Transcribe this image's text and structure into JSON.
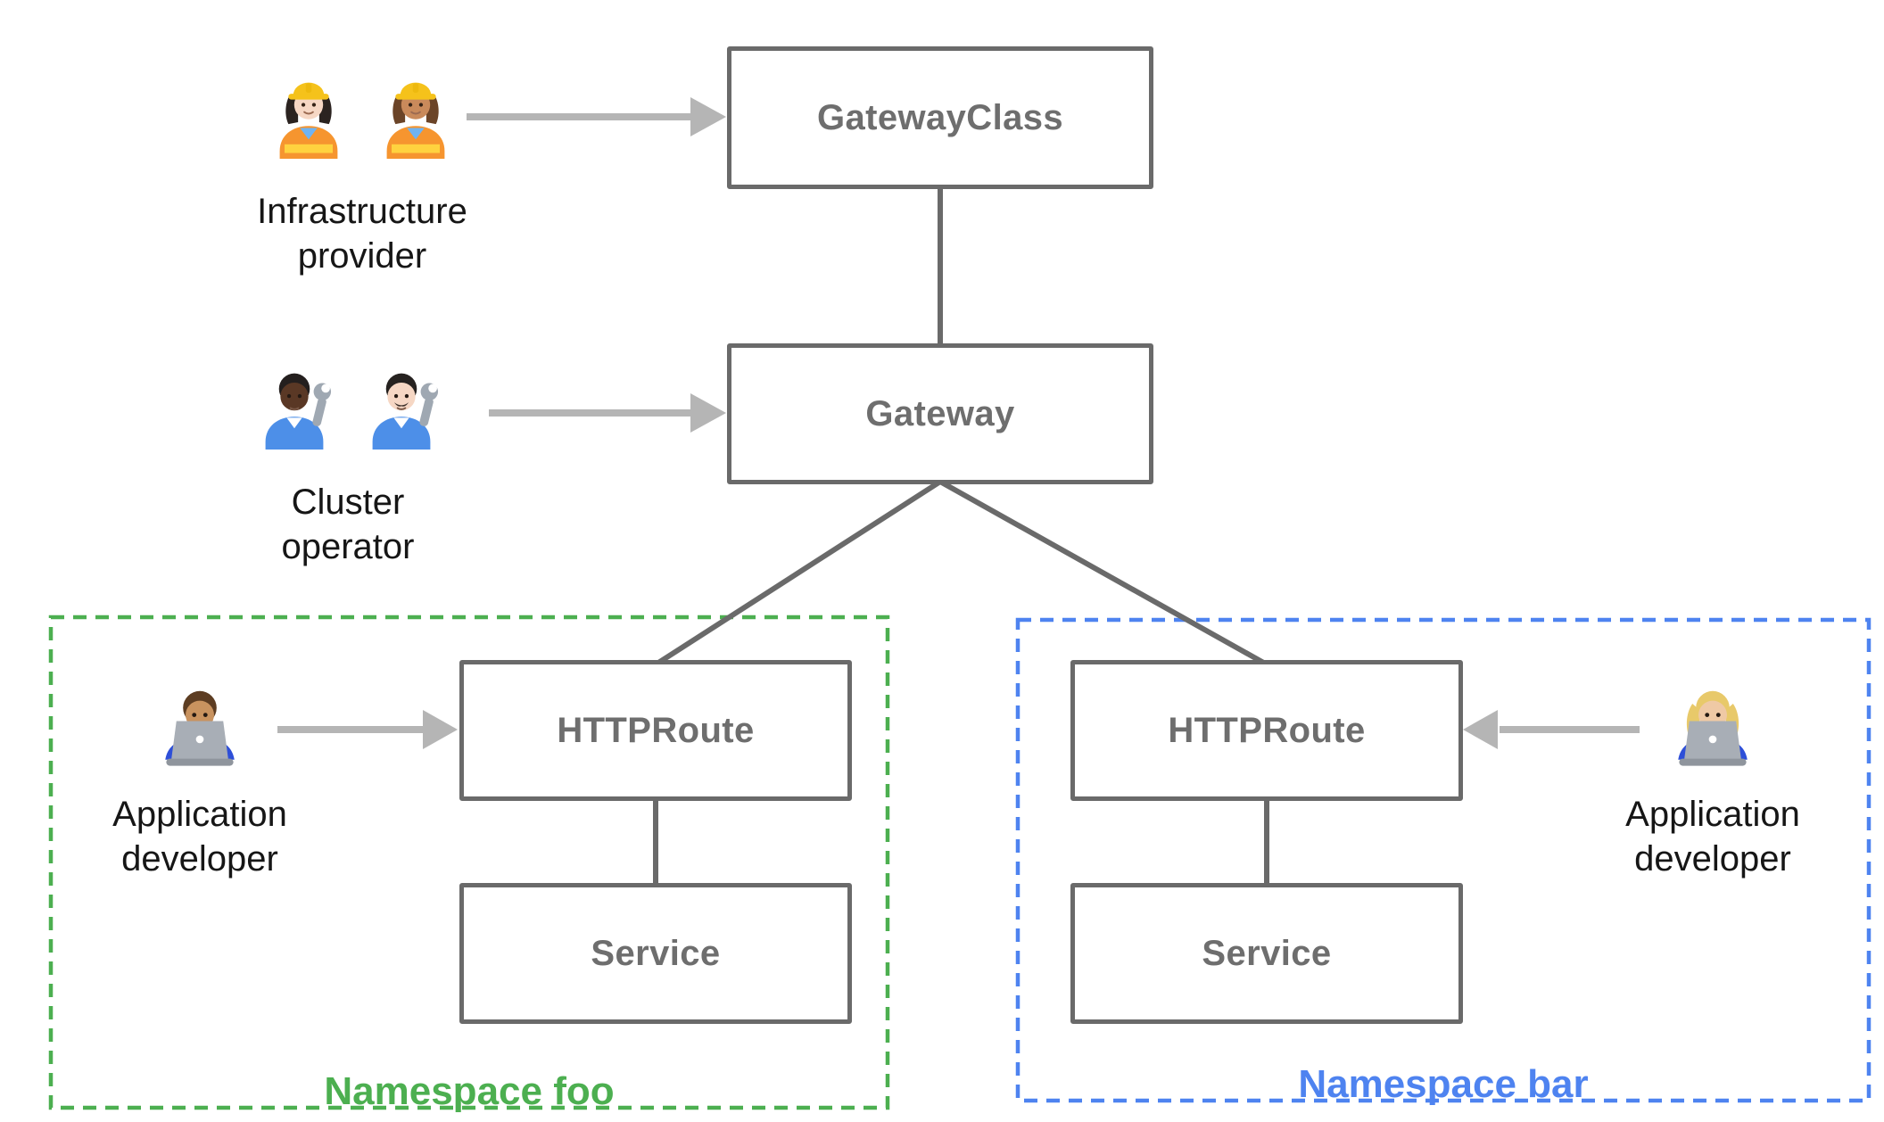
{
  "nodes": {
    "gateway_class": {
      "label": "GatewayClass"
    },
    "gateway": {
      "label": "Gateway"
    },
    "httproute_foo": {
      "label": "HTTPRoute"
    },
    "service_foo": {
      "label": "Service"
    },
    "httproute_bar": {
      "label": "HTTPRoute"
    },
    "service_bar": {
      "label": "Service"
    }
  },
  "namespaces": {
    "foo": {
      "label": "Namespace foo",
      "color": "#4CAF50"
    },
    "bar": {
      "label": "Namespace bar",
      "color": "#4E83F0"
    }
  },
  "personas": {
    "infrastructure_provider": {
      "label": "Infrastructure provider",
      "emoji": "👷🏻‍♀️ 👷🏽‍♀️",
      "icons": [
        "woman-construction-worker-light-skin",
        "woman-construction-worker-medium-skin"
      ]
    },
    "cluster_operator": {
      "label": "Cluster operator",
      "emoji": "🧑🏿‍🔧 👨🏻‍🔧",
      "icons": [
        "person-mechanic-dark-skin",
        "man-mechanic-light-skin"
      ]
    },
    "application_developer_foo": {
      "label": "Application developer",
      "emoji": "👨🏽‍💻",
      "icons": [
        "man-technologist-medium-skin"
      ]
    },
    "application_developer_bar": {
      "label": "Application developer",
      "emoji": "👩🏼‍💻",
      "icons": [
        "woman-technologist-blonde"
      ]
    }
  },
  "colors": {
    "node_border": "#6a6a6a",
    "node_text": "#6e6e6e",
    "connector": "#6a6a6a",
    "arrow": "#b5b5b5",
    "persona_text": "#161616",
    "namespace_foo": "#4CAF50",
    "namespace_bar": "#4E83F0"
  }
}
